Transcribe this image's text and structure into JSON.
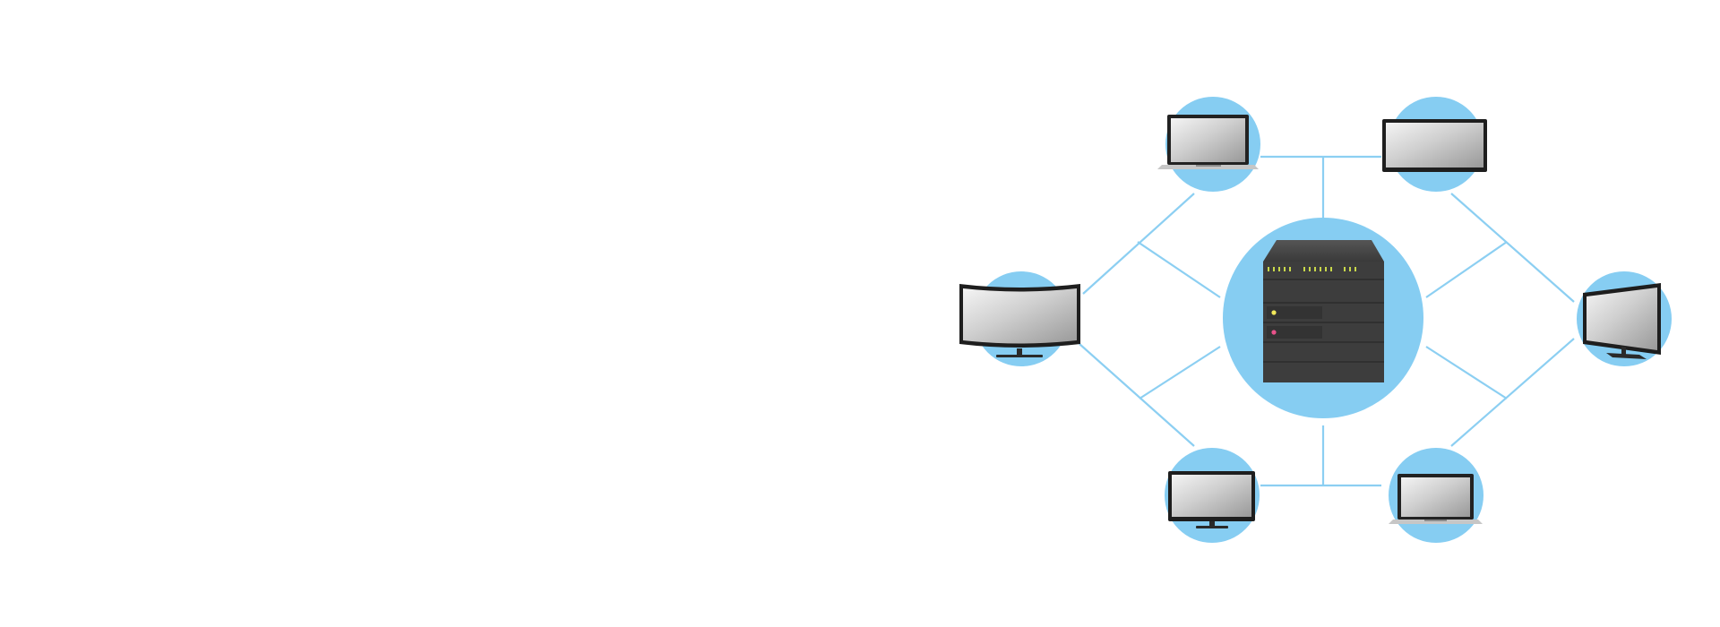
{
  "colors": {
    "background": "#ffffff",
    "node_fill": "#86cdf2",
    "link_stroke": "#8ccff2",
    "server_body": "#3c3c3c",
    "server_top": "#4a4a4a",
    "server_led_green": "#c8d84a",
    "server_led_yellow": "#f2e85a",
    "server_led_pink": "#e8528a",
    "screen_frame": "#222222",
    "screen_glass_light": "#eeeeee",
    "screen_glass_dark": "#9c9c9c"
  },
  "diagram": {
    "hub": {
      "icon": "server-rack-icon"
    },
    "devices": [
      {
        "id": "top-left",
        "icon": "laptop-icon"
      },
      {
        "id": "top-right",
        "icon": "flat-monitor-icon"
      },
      {
        "id": "left",
        "icon": "curved-monitor-icon"
      },
      {
        "id": "right",
        "icon": "curved-monitor-icon"
      },
      {
        "id": "bottom-left",
        "icon": "desktop-monitor-icon"
      },
      {
        "id": "bottom-right",
        "icon": "laptop-icon"
      }
    ]
  }
}
